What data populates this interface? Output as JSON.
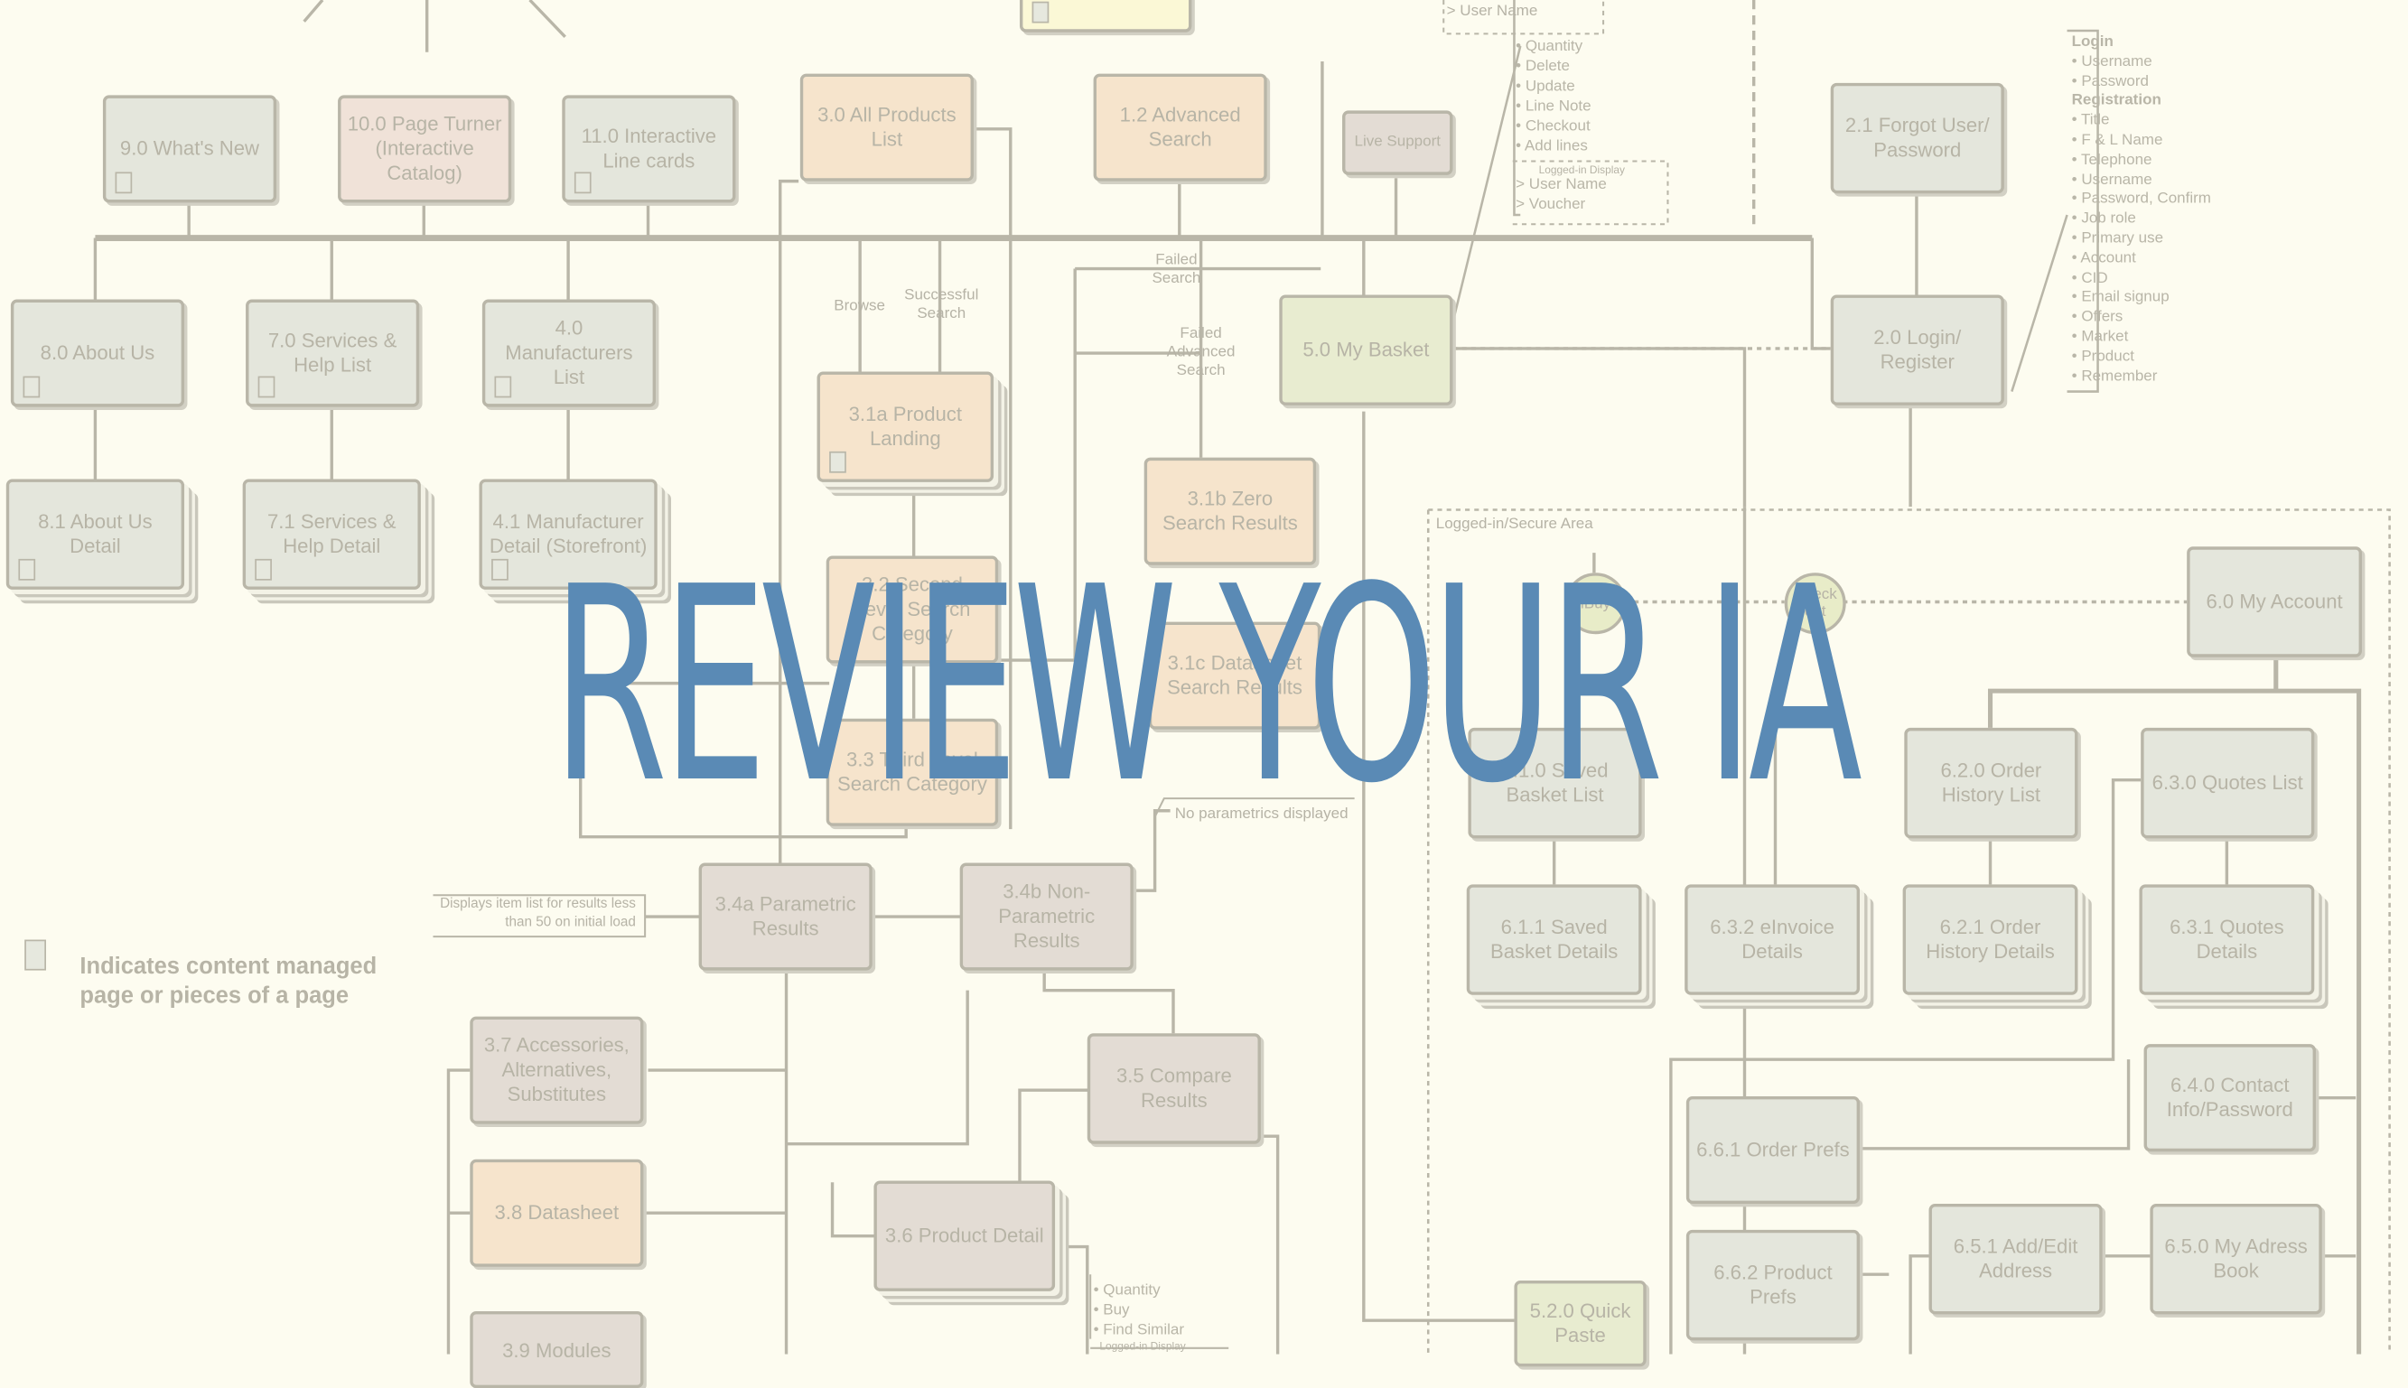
{
  "title": "REVIEW YOUR IA",
  "colors": {
    "title": "#5a8ab5",
    "connector": "#b9b6a8",
    "background": "#fdfcf0"
  },
  "legend": {
    "icon": "document-icon",
    "text": "Indicates content managed page or pieces of a page"
  },
  "nodes": {
    "whats_new": "9.0 What's New",
    "page_turner": "10.0 Page Turner (Interactive Catalog)",
    "line_cards": "11.0 Interactive Line cards",
    "all_products": "3.0 All Products List",
    "advanced_search": "1.2 Advanced Search",
    "live_support": "Live Support",
    "forgot": "2.1 Forgot User/ Password",
    "about": "8.0 About Us",
    "services": "7.0 Services & Help List",
    "manufacturers": "4.0 Manufacturers List",
    "product_landing": "3.1a Product Landing",
    "my_basket": "5.0 My Basket",
    "login": "2.0 Login/ Register",
    "about_detail": "8.1 About Us Detail",
    "services_detail": "7.1 Services & Help Detail",
    "manufacturer_detail": "4.1 Manufacturer Detail (Storefront)",
    "zero_results": "3.1b Zero Search Results",
    "second_level": "3.2 Second Level Search Category",
    "datasheet_search": "3.1c Datasheet Search Results",
    "third_level": "3.3 Third Level Search Category",
    "my_account": "6.0 My Account",
    "saved_basket": "6.1.0 Saved Basket List",
    "order_history": "6.2.0 Order History List",
    "quotes_list": "6.3.0 Quotes List",
    "parametric": "3.4a Parametric Results",
    "non_parametric": "3.4b Non-Parametric Results",
    "saved_basket_detail": "6.1.1 Saved Basket Details",
    "einvoice": "6.3.2 eInvoice Details",
    "order_history_detail": "6.2.1 Order History Details",
    "quotes_detail": "6.3.1 Quotes Details",
    "accessories": "3.7 Accessories, Alternatives, Substitutes",
    "compare": "3.5 Compare Results",
    "contact_info": "6.4.0 Contact Info/Password",
    "order_prefs": "6.6.1 Order Prefs",
    "datasheet": "3.8 Datasheet",
    "product_detail": "3.6 Product Detail",
    "add_edit_address": "6.5.1 Add/Edit Address",
    "address_book": "6.5.0 My Adress Book",
    "product_prefs": "6.6.2 Product Prefs",
    "quick_paste": "5.2.0 Quick Paste",
    "modules": "3.9 Modules",
    "ibuy": "iBuy",
    "checkout": "Check out"
  },
  "labels": {
    "browse": "Browse",
    "successful_search": "Successful Search",
    "failed_search": "Failed Search",
    "failed_advanced": "Failed Advanced Search",
    "logged_in_area": "Logged-in/Secure Area",
    "displays_item_list": "Displays item list for results less than 50 on initial load",
    "no_parametrics": "No parametrics displayed",
    "top_user_name": "> User Name",
    "logged_in_display": "Logged-in Display",
    "logged_in_display_2": "Logged-in Display"
  },
  "lists": {
    "basket_actions": [
      "• Quantity",
      "• Delete",
      "• Update",
      "• Line Note",
      "• Checkout",
      "• Add lines"
    ],
    "basket_logged": [
      "> User Name",
      "> Voucher"
    ],
    "login_fields": [
      "Login",
      "• Username",
      "• Password",
      "Registration",
      "• Title",
      "• F & L Name",
      "• Telephone",
      "• Username",
      "• Password, Confirm",
      "• Job role",
      "• Primary use",
      "• Account",
      "• CID",
      "• Email signup",
      "• Offers",
      "• Market",
      "• Product",
      "• Remember"
    ],
    "product_actions": [
      "• Quantity",
      "• Buy",
      "• Find Similar"
    ]
  }
}
